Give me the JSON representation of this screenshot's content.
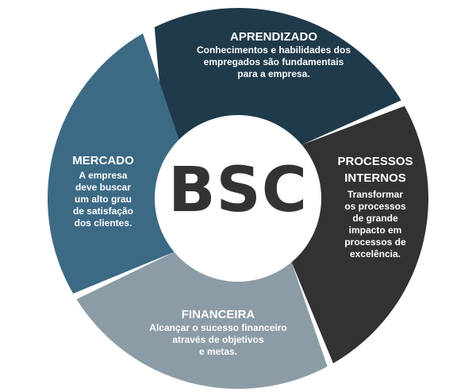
{
  "center_label": "BSC",
  "colors": {
    "aprendizado": "#1f3a4a",
    "processos": "#323234",
    "financeira": "#8c9ca6",
    "mercado": "#3c6a84"
  },
  "segments": [
    {
      "title": "APRENDIZADO",
      "desc": [
        "Conhecimentos e habilidades dos",
        "empregados são fundamentais",
        "para a empresa."
      ]
    },
    {
      "title": "PROCESSOS INTERNOS",
      "title_lines": [
        "PROCESSOS",
        "INTERNOS"
      ],
      "desc": [
        "Transformar",
        "os processos",
        "de grande",
        "impacto em",
        "processos de",
        "excelência."
      ]
    },
    {
      "title": "FINANCEIRA",
      "desc": [
        "Alcançar o sucesso financeiro",
        "através de objetivos",
        "e metas."
      ]
    },
    {
      "title": "MERCADO",
      "desc": [
        "A empresa",
        "deve buscar",
        "um alto grau",
        "de satisfação",
        "dos clientes."
      ]
    }
  ]
}
